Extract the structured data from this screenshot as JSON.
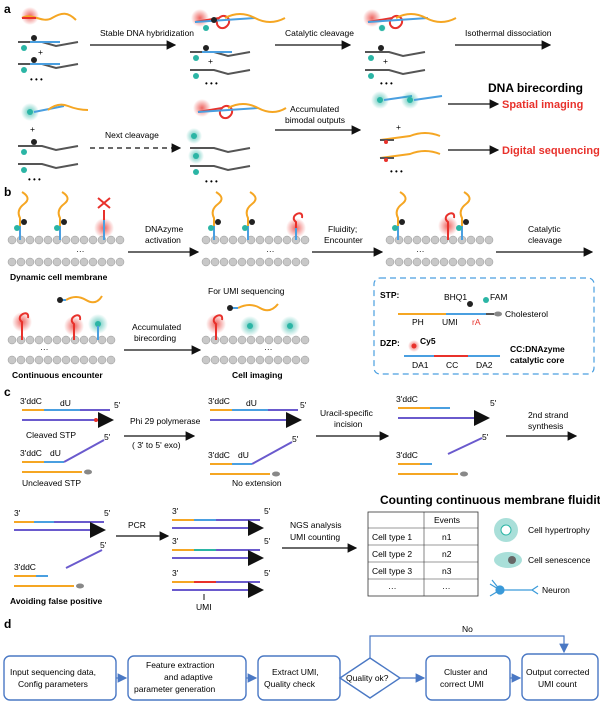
{
  "panels": {
    "a": "a",
    "b": "b",
    "c": "c",
    "d": "d"
  },
  "panel_a": {
    "step1": "Stable DNA hybridization",
    "step2": "Catalytic cleavage",
    "step3": "Isothermal dissociation",
    "step4": "Next cleavage",
    "step5_line1": "Accumulated",
    "step5_line2": "bimodal outputs",
    "title": "DNA birecording",
    "out1": "Spatial imaging",
    "out2": "Digital sequencing",
    "dots": "• • •"
  },
  "panel_b": {
    "membrane": "Dynamic cell membrane",
    "activation_line1": "DNAzyme",
    "activation_line2": "activation",
    "fluidity_line1": "Fluidity;",
    "fluidity_line2": "Encounter",
    "cleavage_line1": "Catalytic",
    "cleavage_line2": "cleavage",
    "encounter": "Continuous encounter",
    "accum_line1": "Accumulated",
    "accum_line2": "birecording",
    "umi_seq": "For UMI sequencing",
    "imaging": "Cell imaging",
    "ellipsis": "···",
    "legend": {
      "stp": "STP:",
      "bhq": "BHQ1",
      "fam": "FAM",
      "ph": "PH",
      "umi": "UMI",
      "ra": "rA",
      "chol": "Cholesterol",
      "dzp": "DZP:",
      "cy5": "Cy5",
      "da1": "DA1",
      "cc": "CC",
      "da2": "DA2",
      "cc_line1": "CC:DNAzyme",
      "cc_line2": "catalytic core"
    }
  },
  "panel_c": {
    "ddc": "3'ddC",
    "du": "dU",
    "five": "5'",
    "three": "3'",
    "cleaved": "Cleaved STP",
    "uncleaved": "Uncleaved STP",
    "phi_line1": "Phi 29 polymerase",
    "phi_line2": "( 3' to 5' exo)",
    "no_ext": "No extension",
    "uracil_line1": "Uracil-specific",
    "uracil_line2": "incision",
    "second_line1": "2nd strand",
    "second_line2": "synthesis",
    "pcr": "PCR",
    "avoid": "Avoiding false positive",
    "umi": "UMI",
    "ngs_line1": "NGS analysis",
    "ngs_line2": "UMI counting",
    "counting_title": "Counting continuous membrane fluidity",
    "table": {
      "headers": [
        "",
        "Events"
      ],
      "rows": [
        [
          "Cell type 1",
          "n1"
        ],
        [
          "Cell type 2",
          "n2"
        ],
        [
          "Cell type 3",
          "n3"
        ],
        [
          "···",
          "···"
        ]
      ]
    },
    "cells": [
      "Cell hypertrophy",
      "Cell senescence",
      "Neuron"
    ]
  },
  "panel_d": {
    "no": "No",
    "box1_line1": "Input sequencing data,",
    "box1_line2": "Config parameters",
    "box2_line1": "Feature extraction",
    "box2_line2": "and adaptive",
    "box2_line3": "parameter generation",
    "box3_line1": "Extract UMI,",
    "box3_line2": "Quality check",
    "diamond": "Quality ok?",
    "box4_line1": "Cluster and",
    "box4_line2": "correct UMI",
    "box5_line1": "Output corrected",
    "box5_line2": "UMI count"
  },
  "colors": {
    "orange": "#f5a623",
    "blue": "#4a9fe0",
    "purple": "#6a5acd",
    "red": "#e8312b",
    "teal": "#2bb5a5",
    "gray": "#555555",
    "box_border": "#4a78c4"
  }
}
